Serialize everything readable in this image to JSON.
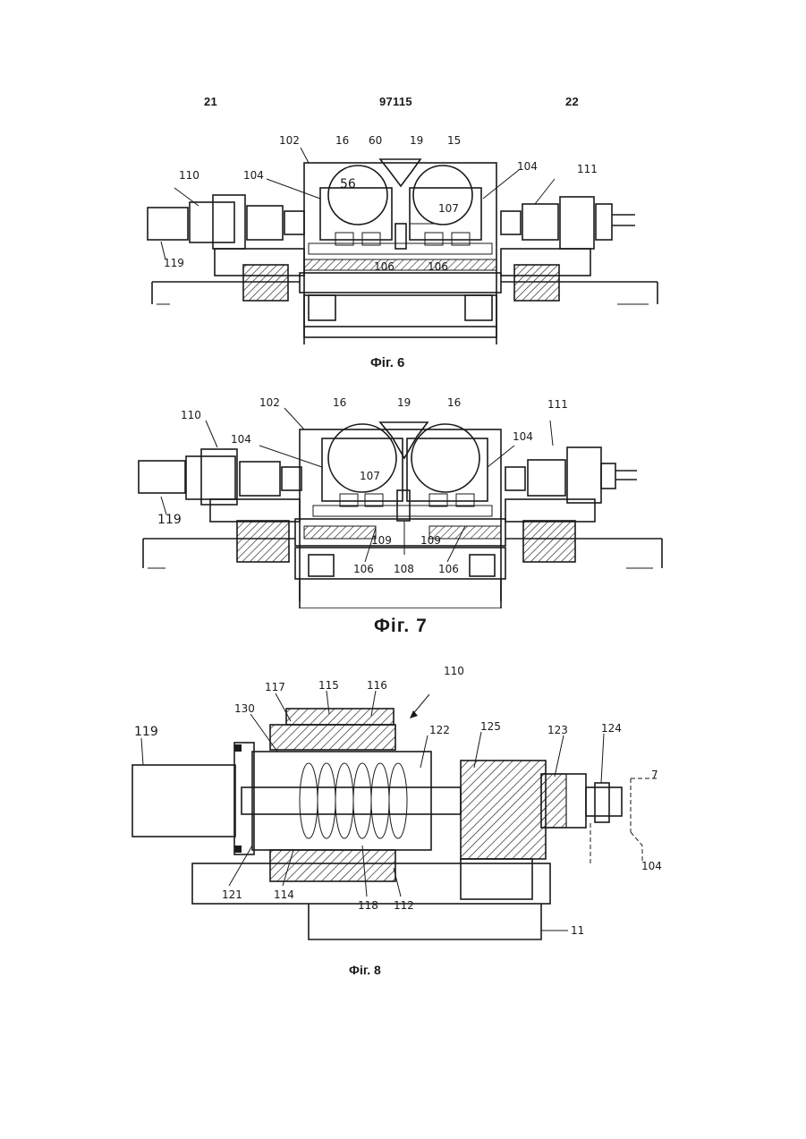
{
  "header": {
    "page_left": "21",
    "patent_number": "97115",
    "page_right": "22"
  },
  "figures": {
    "fig6": {
      "caption": "Фіг. 6",
      "refs": {
        "r102": "102",
        "r16a": "16",
        "r60": "60",
        "r19": "19",
        "r15": "15",
        "r104a": "104",
        "r104b": "104",
        "r110": "110",
        "r111": "111",
        "r56": "56",
        "r107": "107",
        "r106a": "106",
        "r106b": "106",
        "r119": "119"
      }
    },
    "fig7": {
      "caption": "Фіг. 7",
      "refs": {
        "r102": "102",
        "r16a": "16",
        "r19": "19",
        "r16b": "16",
        "r104a": "104",
        "r104b": "104",
        "r110": "110",
        "r111": "111",
        "r107": "107",
        "r119": "119",
        "r109a": "109",
        "r109b": "109",
        "r106a": "106",
        "r108": "108",
        "r106b": "106"
      }
    },
    "fig8": {
      "caption": "Фіг. 8",
      "refs": {
        "r117": "117",
        "r115": "115",
        "r116": "116",
        "r110": "110",
        "r130": "130",
        "r119": "119",
        "r122": "122",
        "r125": "125",
        "r123": "123",
        "r124": "124",
        "r7": "7",
        "r121": "121",
        "r114": "114",
        "r118": "118",
        "r112": "112",
        "r104": "104",
        "r11": "11"
      }
    }
  }
}
